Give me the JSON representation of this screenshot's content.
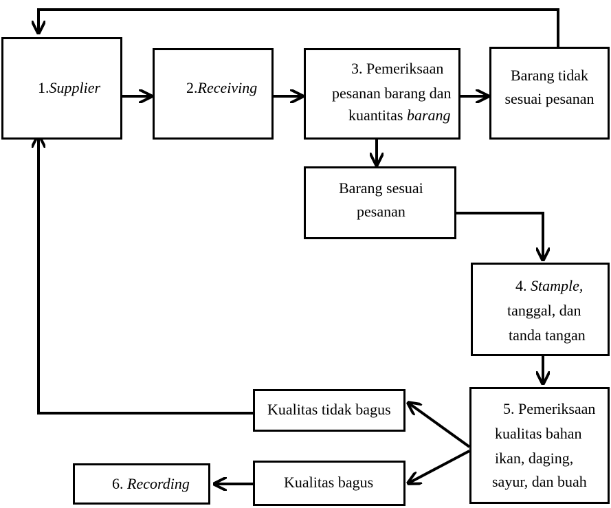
{
  "nodes": {
    "supplier": {
      "number": "1.",
      "name": "Supplier"
    },
    "receiving": {
      "number": "2.",
      "name": "Receiving"
    },
    "order_check": {
      "line1": "3. Pemeriksaan",
      "line2": "pesanan barang dan",
      "line3_plain": "kuantitas ",
      "line3_italic": "barang"
    },
    "not_matching": {
      "line1": "Barang tidak",
      "line2": "sesuai pesanan"
    },
    "matching": {
      "line1": "Barang sesuai",
      "line2": "pesanan"
    },
    "stample": {
      "number": "4. ",
      "name": "Stample,",
      "line2": "tanggal, dan",
      "line3": "tanda tangan"
    },
    "quality_check": {
      "line1": "5. Pemeriksaan",
      "line2": "kualitas bahan",
      "line3": "ikan, daging,",
      "line4": "sayur, dan buah"
    },
    "bad_quality": {
      "label": "Kualitas tidak bagus"
    },
    "good_quality": {
      "label": "Kualitas bagus"
    },
    "recording": {
      "number": "6. ",
      "name": "Recording"
    }
  },
  "colors": {
    "stroke": "#000000",
    "fill": "#ffffff"
  }
}
